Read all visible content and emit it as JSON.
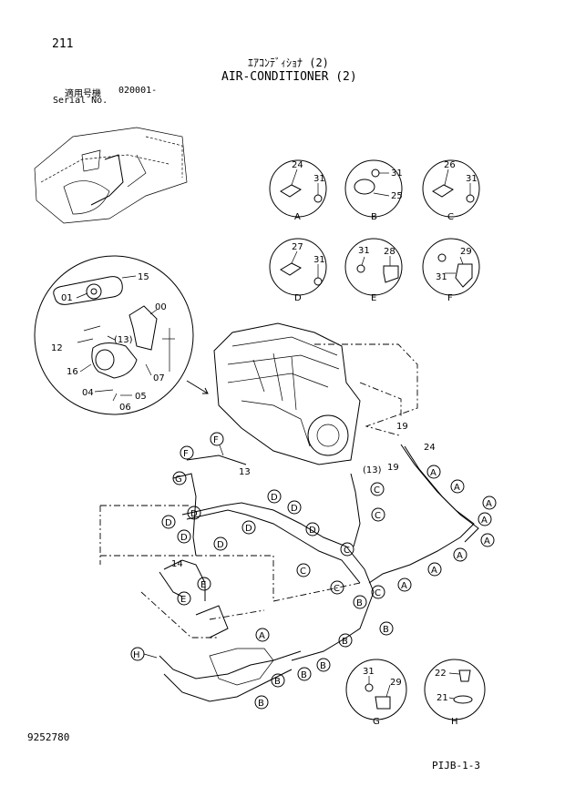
{
  "header": {
    "page_number": "211",
    "title_jp": "ｴｱｺﾝﾃﾞｨｼｮﾅ (2)",
    "title_en": "AIR-CONDITIONER (2)",
    "serial_label_jp": "適用号機",
    "serial_value": "020001-",
    "serial_label_en": "Serial No."
  },
  "footer": {
    "drawing_number": "9252780",
    "page_code": "PIJB-1-3"
  },
  "details": [
    {
      "letter": "A",
      "parts": [
        "24",
        "31"
      ]
    },
    {
      "letter": "B",
      "parts": [
        "31",
        "25"
      ]
    },
    {
      "letter": "C",
      "parts": [
        "26",
        "31"
      ]
    },
    {
      "letter": "D",
      "parts": [
        "27",
        "31"
      ]
    },
    {
      "letter": "E",
      "parts": [
        "31",
        "28"
      ]
    },
    {
      "letter": "F",
      "parts": [
        "29",
        "31"
      ]
    },
    {
      "letter": "G",
      "parts": [
        "31",
        "29"
      ]
    },
    {
      "letter": "H",
      "parts": [
        "22",
        "21"
      ]
    }
  ],
  "compressor_parts": [
    "15",
    "01",
    "00",
    "12",
    "(13)",
    "16",
    "07",
    "04",
    "05",
    "06"
  ],
  "harness_parts": [
    "13",
    "(13)",
    "14",
    "19",
    "19",
    "24"
  ],
  "callouts": [
    "A",
    "B",
    "C",
    "D",
    "E",
    "F",
    "G",
    "H"
  ]
}
